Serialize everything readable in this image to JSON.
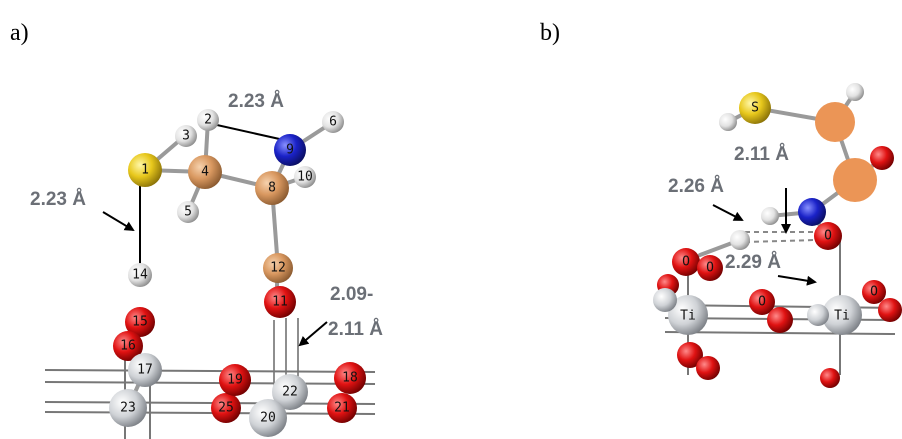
{
  "panels": {
    "a": {
      "label": "a)",
      "distances": {
        "top": "2.23 Å",
        "left": "2.23 Å",
        "right_line1": "2.09-",
        "right_line2": "2.11 Å"
      },
      "atoms": {
        "a1": "1",
        "a2": "2",
        "a3": "3",
        "a4": "4",
        "a5": "5",
        "a6": "6",
        "a8": "8",
        "a9": "9",
        "a10": "10",
        "a11": "11",
        "a12": "12",
        "a14": "14",
        "a15": "15",
        "a16": "16",
        "a17": "17",
        "a18": "18",
        "a19": "19",
        "a20": "20",
        "a21": "21",
        "a22": "22",
        "a23": "23",
        "a25": "25"
      }
    },
    "b": {
      "label": "b)",
      "distances": {
        "top": "2.11 Å",
        "left": "2.26 Å",
        "bottom": "2.29 Å"
      },
      "atoms": {
        "s": "S",
        "ti_left": "Ti",
        "ti_right": "Ti",
        "o1": "O",
        "o2": "O",
        "o3": "O",
        "o4": "O",
        "o5": "O"
      }
    }
  },
  "colors": {
    "sulfur": "#e8c81c",
    "carbon": "#d99860",
    "nitrogen": "#1a22c8",
    "hydrogen": "#e6e6e6",
    "oxygen": "#e01212",
    "titanium": "#cfd2d6",
    "highlight": "#eb9556",
    "label_gray": "#6b6f76"
  }
}
